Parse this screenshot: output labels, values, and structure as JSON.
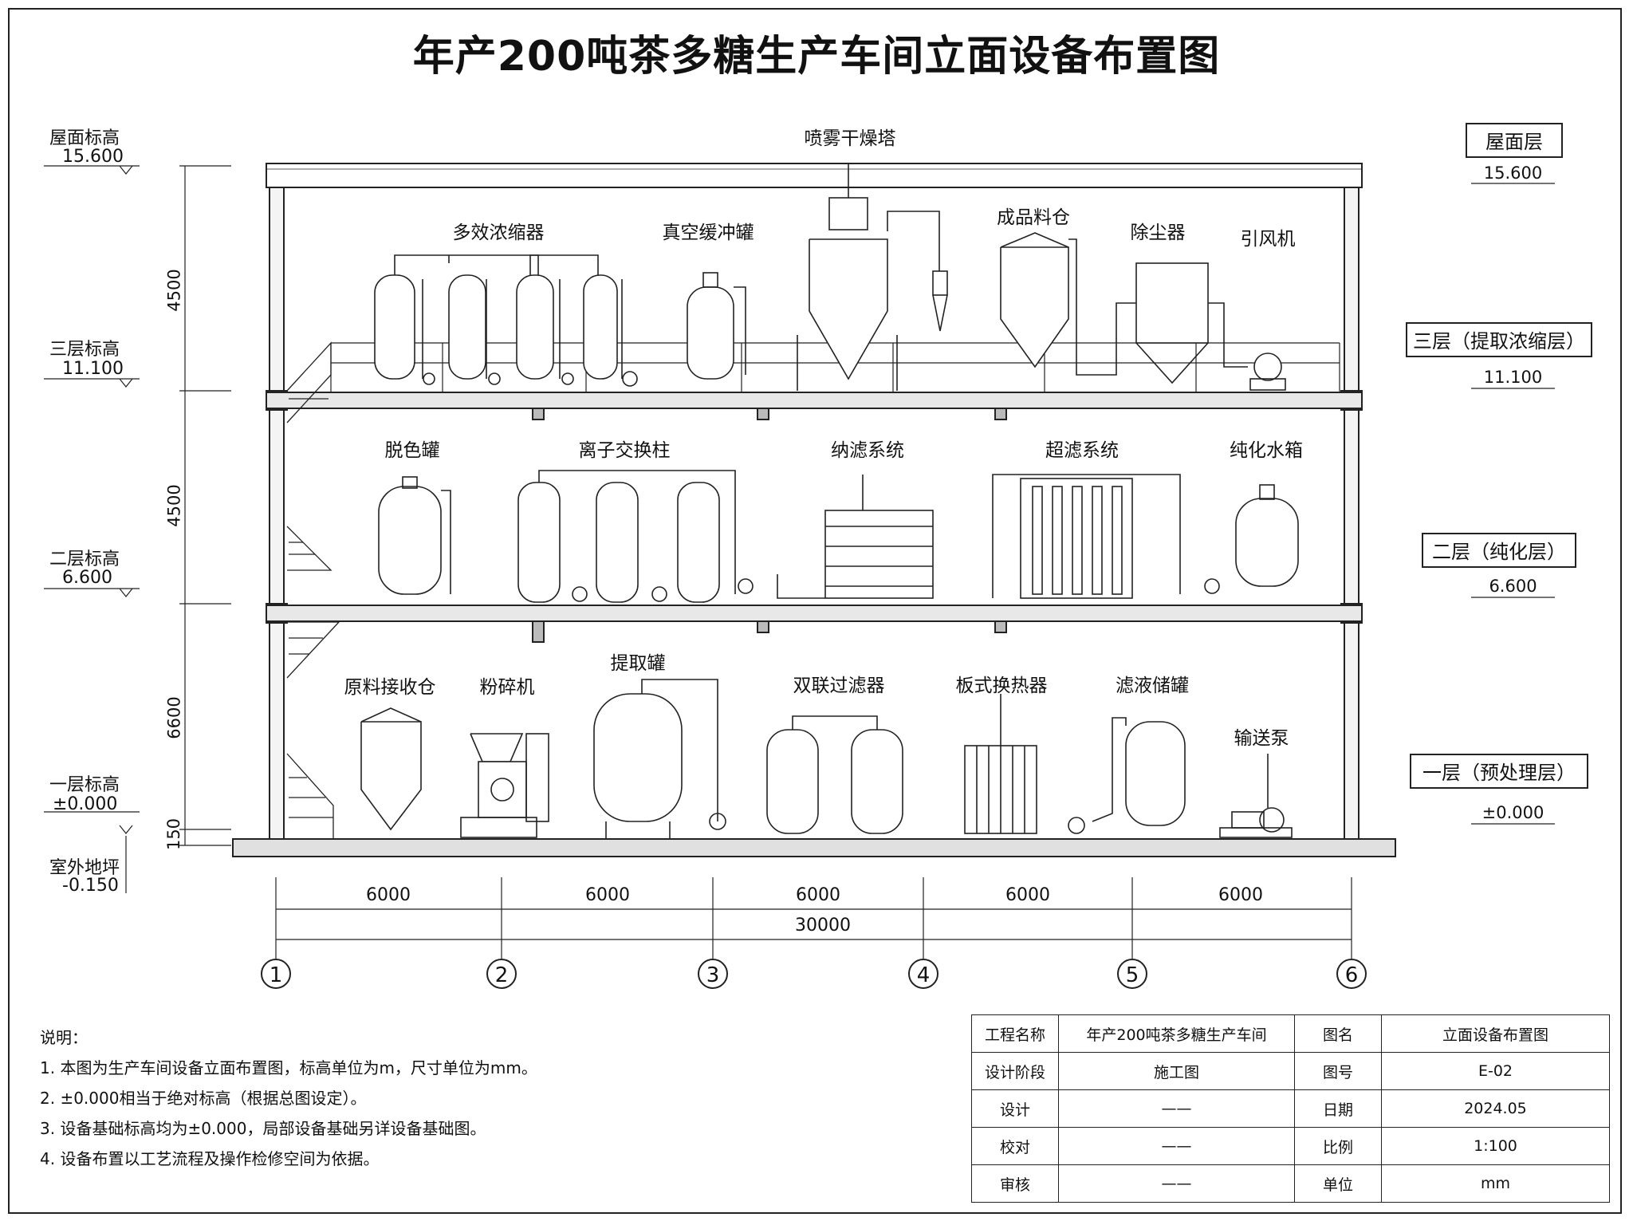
{
  "title": "年产200吨茶多糖生产车间立面设备布置图",
  "left_elevations": [
    {
      "label": "屋面标高",
      "value": "15.600"
    },
    {
      "label": "三层标高",
      "value": "11.100"
    },
    {
      "label": "二层标高",
      "value": "6.600"
    },
    {
      "label": "一层标高",
      "value": "±0.000"
    },
    {
      "label": "室外地坪",
      "value": "-0.150"
    }
  ],
  "vertical_dims": [
    "4500",
    "4500",
    "6600",
    "150"
  ],
  "right_floors": [
    {
      "name": "屋面层",
      "elev": "15.600"
    },
    {
      "name": "三层（提取浓缩层）",
      "elev": "11.100"
    },
    {
      "name": "二层（纯化层）",
      "elev": "6.600"
    },
    {
      "name": "一层（预处理层）",
      "elev": "±0.000"
    }
  ],
  "equipment": {
    "floor3": [
      "多效浓缩器",
      "真空缓冲罐",
      "喷雾干燥塔",
      "成品料仓",
      "除尘器",
      "引风机"
    ],
    "floor2": [
      "脱色罐",
      "离子交换柱",
      "纳滤系统",
      "超滤系统",
      "纯化水箱"
    ],
    "floor1": [
      "原料接收仓",
      "粉碎机",
      "提取罐",
      "双联过滤器",
      "板式换热器",
      "滤液储罐",
      "输送泵"
    ]
  },
  "horizontal_dims": {
    "spans": [
      "6000",
      "6000",
      "6000",
      "6000",
      "6000"
    ],
    "total": "30000"
  },
  "axes": [
    "1",
    "2",
    "3",
    "4",
    "5",
    "6"
  ],
  "notes": {
    "heading": "说明：",
    "items": [
      "1. 本图为生产车间设备立面布置图，标高单位为m，尺寸单位为mm。",
      "2. ±0.000相当于绝对标高（根据总图设定）。",
      "3. 设备基础标高均为±0.000，局部设备基础另详设备基础图。",
      "4. 设备布置以工艺流程及操作检修空间为依据。"
    ]
  },
  "title_block": {
    "rows": [
      [
        "工程名称",
        "年产200吨茶多糖生产车间",
        "图名",
        "立面设备布置图"
      ],
      [
        "设计阶段",
        "施工图",
        "图号",
        "E-02"
      ],
      [
        "设计",
        "——",
        "日期",
        "2024.05"
      ],
      [
        "校对",
        "——",
        "比例",
        "1:100"
      ],
      [
        "审核",
        "——",
        "单位",
        "mm"
      ]
    ]
  }
}
